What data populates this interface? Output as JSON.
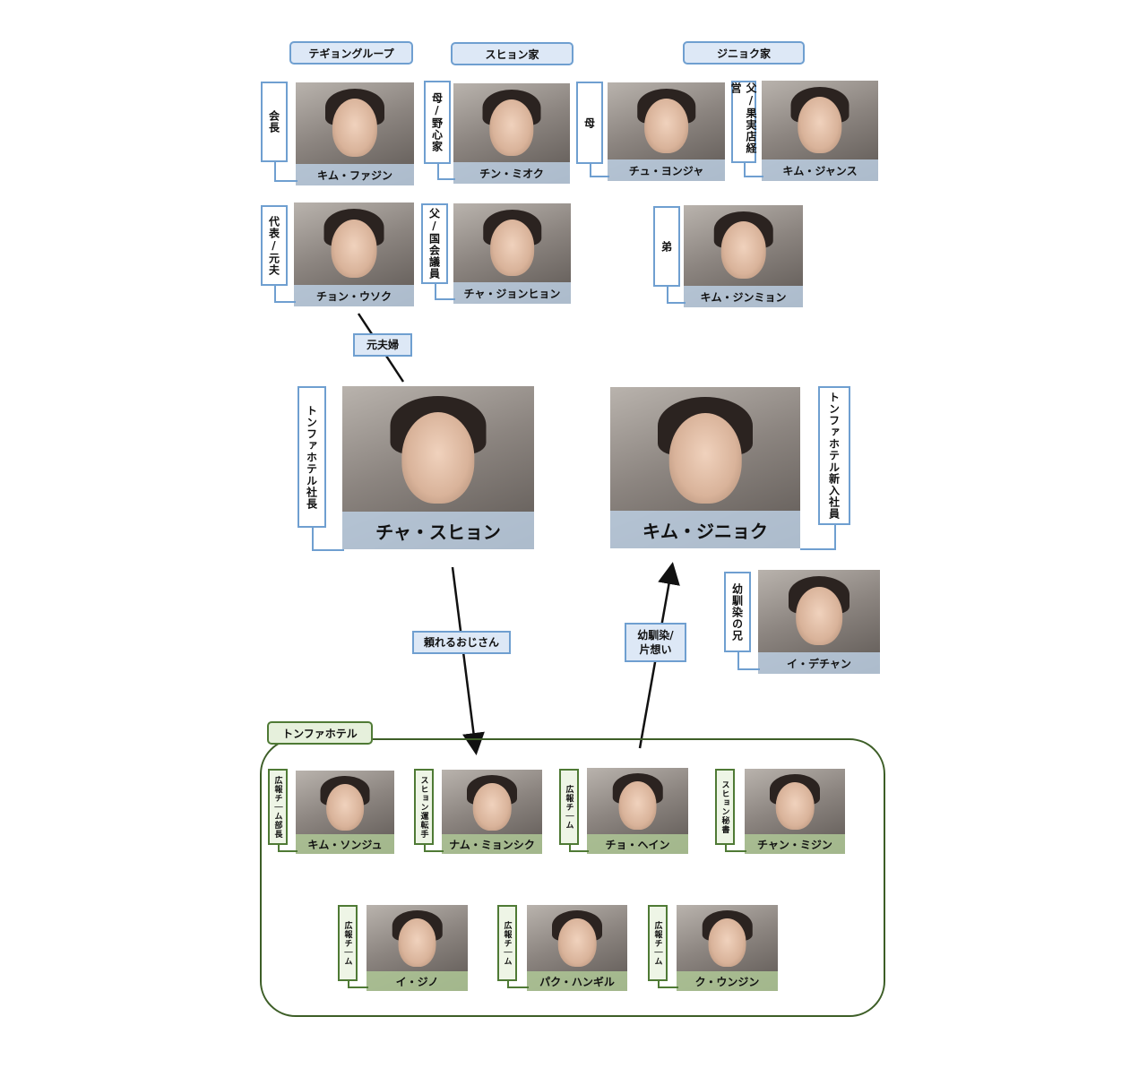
{
  "groups": {
    "taegyeong": "テギョングループ",
    "suhyun_family": "スヒョン家",
    "jinhyuk_family": "ジニョク家",
    "hotel": "トンファホテル"
  },
  "relations": {
    "ex_couple": "元夫婦",
    "reliable_uncle": "頼れるおじさん",
    "childhood_friend": "幼馴染/\n片想い"
  },
  "characters": [
    {
      "name": "キム・ファジン",
      "role": "会長"
    },
    {
      "name": "チン・ミオク",
      "role": "母/野心家"
    },
    {
      "name": "チュ・ヨンジャ",
      "role": "母"
    },
    {
      "name": "キム・ジャンス",
      "role": "父/果実店経営"
    },
    {
      "name": "チョン・ウソク",
      "role": "代表/元夫"
    },
    {
      "name": "チャ・ジョンヒョン",
      "role": "父/国会議員"
    },
    {
      "name": "キム・ジンミョン",
      "role": "弟"
    },
    {
      "name": "チャ・スヒョン",
      "role": "トンファホテル社長"
    },
    {
      "name": "キム・ジニョク",
      "role": "トンファホテル新入社員"
    },
    {
      "name": "イ・デチャン",
      "role": "幼馴染の兄"
    },
    {
      "name": "キム・ソンジュ",
      "role": "広報チーム部長"
    },
    {
      "name": "ナム・ミョンシク",
      "role": "スヒョン運転手"
    },
    {
      "name": "チョ・ヘイン",
      "role": "広報チーム"
    },
    {
      "name": "チャン・ミジン",
      "role": "スヒョン秘書"
    },
    {
      "name": "イ・ジノ",
      "role": "広報チーム"
    },
    {
      "name": "パク・ハンギル",
      "role": "広報チーム"
    },
    {
      "name": "ク・ウンジン",
      "role": "広報チーム"
    }
  ]
}
